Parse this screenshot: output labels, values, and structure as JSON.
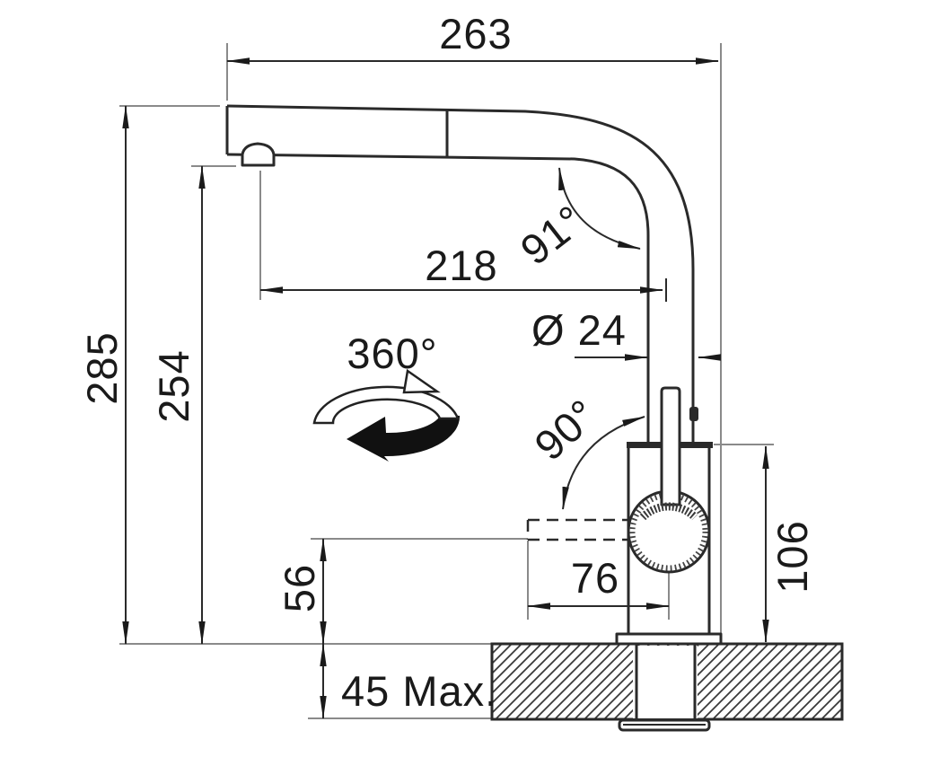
{
  "drawing": {
    "title": "kitchen-faucet-installation-dimension-diagram",
    "colors": {
      "background": "#ffffff",
      "object_line": "#2a2a2a",
      "extension_line": "#8a8a8a",
      "text": "#1a1a1a",
      "hatch": "#3a3a3a"
    },
    "labels": {
      "overall_width": "263",
      "spout_reach": "218",
      "overall_height": "285",
      "spout_height": "254",
      "bend_angle": "91°",
      "pipe_diameter": "Ø 24",
      "swivel_range": "360°",
      "handle_swing": "90°",
      "handle_length": "76",
      "body_height": "106",
      "handle_clearance": "56",
      "max_deck_thickness": "45 Max."
    }
  }
}
